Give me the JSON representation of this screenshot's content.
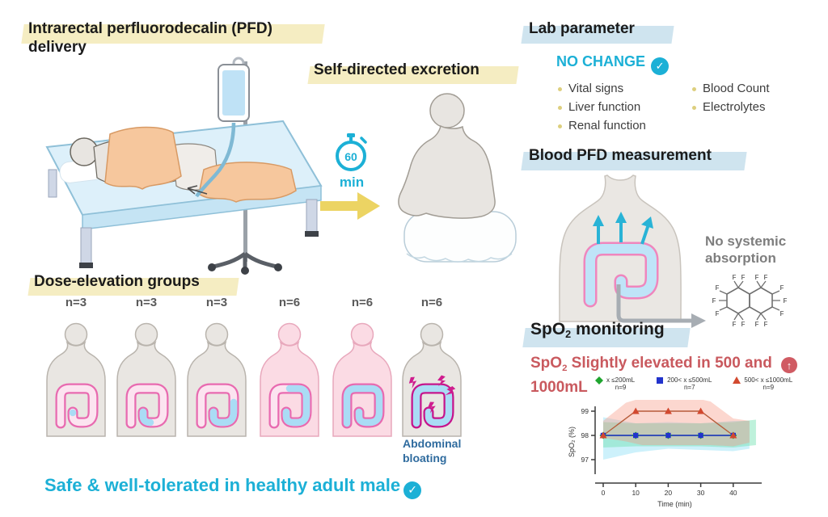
{
  "header": {
    "delivery_title_line1": "Intrarectal perfluorodecalin (PFD)",
    "delivery_title_line2": "delivery",
    "excretion_title": "Self-directed excretion"
  },
  "timer": {
    "value": "60",
    "unit": "min"
  },
  "lab": {
    "title": "Lab parameter",
    "status": "NO CHANGE",
    "items_left": [
      "Vital signs",
      "Liver function",
      "Renal function"
    ],
    "items_right": [
      "Blood Count",
      "Electrolytes"
    ]
  },
  "blood": {
    "title": "Blood PFD measurement",
    "note_line1": "No systemic",
    "note_line2": "absorption",
    "molecule_atom": "F"
  },
  "dose": {
    "title": "Dose-elevation groups",
    "groups": [
      {
        "label": "n=3",
        "stage": 1
      },
      {
        "label": "n=3",
        "stage": 2
      },
      {
        "label": "n=3",
        "stage": 3
      },
      {
        "label": "n=6",
        "stage": 4
      },
      {
        "label": "n=6",
        "stage": 5
      },
      {
        "label": "n=6",
        "stage": 6
      }
    ],
    "annotation_line1": "Abdominal",
    "annotation_line2": "bloating"
  },
  "conclusion": {
    "text": "Safe & well-tolerated in healthy adult male"
  },
  "spo2": {
    "title_prefix": "SpO",
    "title_sub": "2",
    "title_suffix": " monitoring",
    "finding_prefix": "SpO",
    "finding_sub": "2",
    "finding_line1_rest": " Slightly elevated in 500 and",
    "finding_line2": "1000mL"
  },
  "colors": {
    "accent_cyan": "#1cb0d6",
    "accent_rose": "#c9595e",
    "highlight_yellow": "#f5edc2",
    "highlight_blue": "#cfe4ef",
    "annotation_blue": "#2f6b9e"
  },
  "chart_data": {
    "type": "line",
    "title": "",
    "xlabel": "Time (min)",
    "ylabel": "SpO₂ (%)",
    "x": [
      0,
      10,
      20,
      30,
      40
    ],
    "xticks": [
      0,
      10,
      20,
      30,
      40
    ],
    "yticks": [
      97,
      98,
      99
    ],
    "xlim": [
      -2,
      47
    ],
    "ylim": [
      96.5,
      99.9
    ],
    "grid": false,
    "legend_position": "top",
    "series": [
      {
        "name": "x ≤200mL",
        "n_label": "n=9",
        "marker": "diamond",
        "color": "#1fa52f",
        "line_color": "#2f8f2f",
        "values": [
          98,
          98,
          98,
          98,
          98
        ],
        "band_color": "rgba(110,225,175,0.45)",
        "band": {
          "x": [
            0,
            10,
            20,
            30,
            40,
            47
          ],
          "hi": [
            98.55,
            98.5,
            98.5,
            98.5,
            98.55,
            98.65
          ],
          "lo": [
            97.5,
            97.55,
            97.55,
            97.55,
            97.5,
            97.6
          ]
        }
      },
      {
        "name": "200< x ≤500mL",
        "n_label": "n=7",
        "marker": "square",
        "color": "#2233cc",
        "line_color": "#2233cc",
        "values": [
          98,
          98,
          98,
          98,
          98
        ],
        "band_color": "rgba(130,220,245,0.40)",
        "band": {
          "x": [
            0,
            10,
            20,
            30,
            40,
            45
          ],
          "hi": [
            98.75,
            98.5,
            98.55,
            98.5,
            98.6,
            98.6
          ],
          "lo": [
            97.0,
            97.3,
            97.45,
            97.4,
            97.35,
            97.45
          ]
        }
      },
      {
        "name": "500< x ≤1000mL",
        "n_label": "n=9",
        "marker": "triangle",
        "color": "#d2492f",
        "line_color": "#b65c3a",
        "values": [
          98,
          99,
          99,
          99,
          98
        ],
        "band_color": "rgba(248,150,128,0.38)",
        "band": {
          "x": [
            0,
            7,
            12,
            28,
            33,
            40,
            45
          ],
          "hi": [
            98.6,
            99.35,
            99.55,
            99.55,
            99.4,
            98.7,
            98.6
          ],
          "lo": [
            97.9,
            97.75,
            97.6,
            97.6,
            97.6,
            97.55,
            97.7
          ]
        }
      }
    ]
  }
}
